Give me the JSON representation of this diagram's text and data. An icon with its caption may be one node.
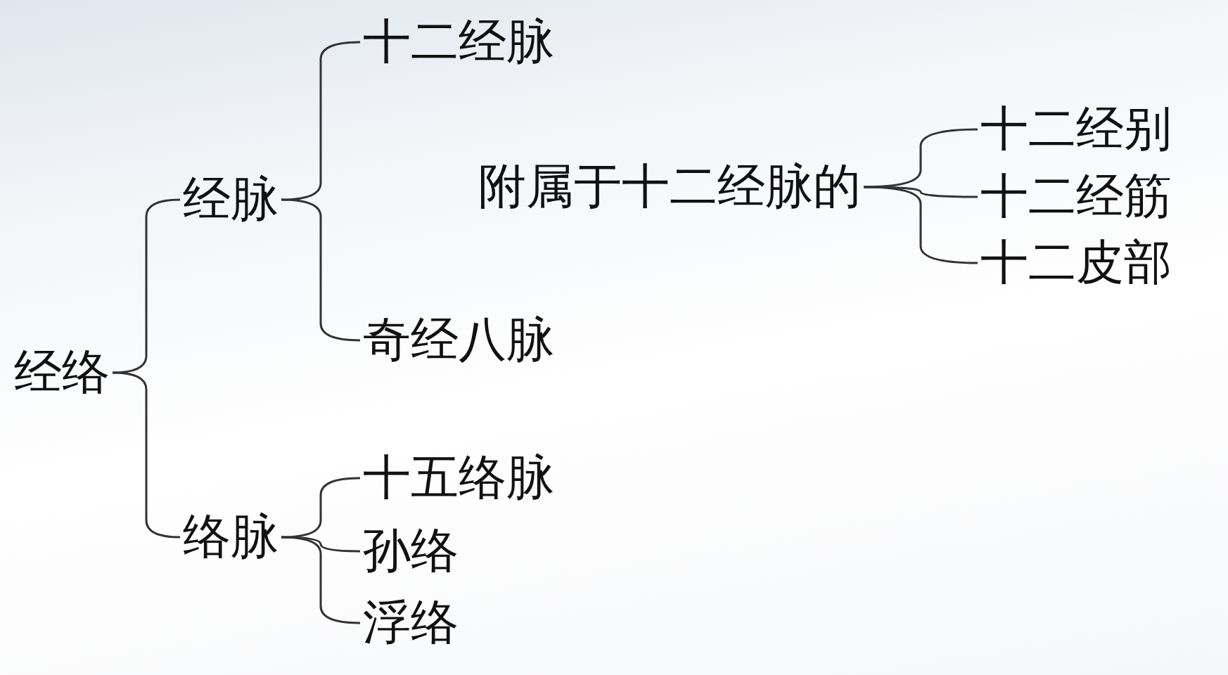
{
  "diagram": {
    "nodes": [
      {
        "text": [
          "经络"
        ]
      },
      {
        "text": [
          "经脉"
        ]
      },
      {
        "text": [
          "络脉"
        ]
      },
      {
        "text": [
          "十二经脉"
        ]
      },
      {
        "text": [
          "附属于十二经脉的"
        ]
      },
      {
        "text": [
          "奇经八脉"
        ]
      },
      {
        "text": [
          "十五络脉"
        ]
      },
      {
        "text": [
          "孙络"
        ]
      },
      {
        "text": [
          "浮络"
        ]
      },
      {
        "text": [
          "十二经别"
        ]
      },
      {
        "text": [
          "十二经筋"
        ]
      },
      {
        "text": [
          "十二皮部"
        ]
      }
    ],
    "edges": [
      {
        "from": 0,
        "to": 1,
        "arrow": "none"
      },
      {
        "from": 0,
        "to": 2,
        "arrow": "none"
      },
      {
        "from": 1,
        "to": 3,
        "arrow": "none"
      },
      {
        "from": 1,
        "to": 5,
        "arrow": "none"
      },
      {
        "from": 2,
        "to": 6,
        "arrow": "none"
      },
      {
        "from": 2,
        "to": 7,
        "arrow": "none"
      },
      {
        "from": 2,
        "to": 8,
        "arrow": "none"
      },
      {
        "from": 4,
        "to": 9,
        "arrow": "none"
      },
      {
        "from": 4,
        "to": 10,
        "arrow": "none"
      },
      {
        "from": 4,
        "to": 11,
        "arrow": "none"
      }
    ]
  }
}
